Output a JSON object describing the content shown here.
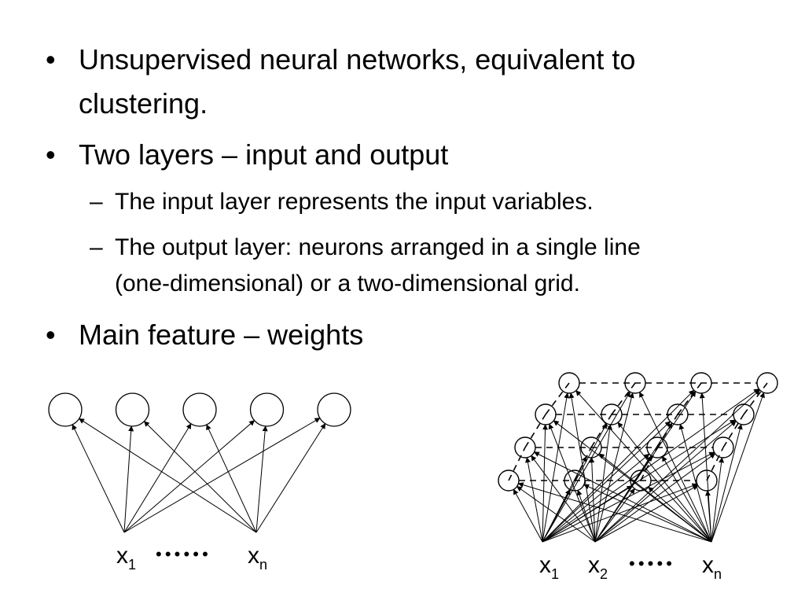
{
  "slide": {
    "bullets": [
      {
        "level": 1,
        "lines": [
          "Unsupervised neural networks, equivalent to",
          "clustering."
        ]
      },
      {
        "level": 1,
        "lines": [
          "Two layers – input and output"
        ]
      },
      {
        "level": 2,
        "lines": [
          "The input layer represents the input variables."
        ]
      },
      {
        "level": 2,
        "lines": [
          "The output layer: neurons arranged in a single line",
          "(one-dimensional) or a two-dimensional grid."
        ]
      },
      {
        "level": 1,
        "lines": [
          "Main feature – weights"
        ]
      }
    ],
    "bullet_glyph": "•",
    "dash_glyph": "–"
  },
  "diagram_1d": {
    "output_nodes": 5,
    "inputs": [
      {
        "base": "x",
        "sub": "1"
      },
      {
        "base": "x",
        "sub": "n"
      }
    ],
    "ellipsis": "• • • • • •"
  },
  "diagram_2d": {
    "grid_rows": 4,
    "grid_cols": 4,
    "inputs": [
      {
        "base": "x",
        "sub": "1"
      },
      {
        "base": "x",
        "sub": "2"
      },
      {
        "base": "x",
        "sub": "n"
      }
    ],
    "ellipsis": "• • • • •"
  },
  "colors": {
    "text": "#000000",
    "background": "#ffffff",
    "stroke": "#000000"
  }
}
